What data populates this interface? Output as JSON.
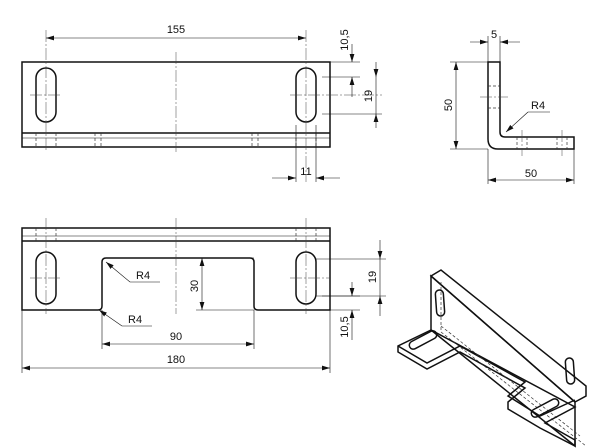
{
  "top_view": {
    "dim_length": "155",
    "dim_edge_offset": "10,5",
    "dim_slot_length": "19",
    "dim_slot_width": "11"
  },
  "side_view": {
    "dim_thickness": "5",
    "dim_height": "50",
    "dim_width": "50",
    "dim_bend_radius": "R4"
  },
  "front_view": {
    "dim_notch_radius_left": "R4",
    "dim_notch_radius_bottom": "R4",
    "dim_notch_depth": "30",
    "dim_notch_width": "90",
    "dim_total_length": "180",
    "dim_slot_length": "19",
    "dim_edge_offset": "10,5"
  }
}
